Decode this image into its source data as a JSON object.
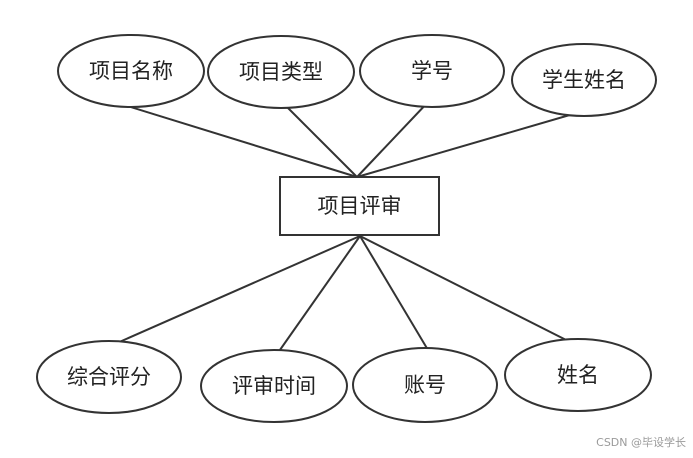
{
  "entity": {
    "label": "项目评审"
  },
  "attributes": [
    {
      "id": "project-name",
      "label": "项目名称"
    },
    {
      "id": "project-type",
      "label": "项目类型"
    },
    {
      "id": "student-id",
      "label": "学号"
    },
    {
      "id": "student-name",
      "label": "学生姓名"
    },
    {
      "id": "overall-score",
      "label": "综合评分"
    },
    {
      "id": "review-time",
      "label": "评审时间"
    },
    {
      "id": "account",
      "label": "账号"
    },
    {
      "id": "name",
      "label": "姓名"
    }
  ],
  "watermark": "CSDN @毕设学长",
  "colors": {
    "stroke": "#333333",
    "text": "#222222",
    "background": "#ffffff",
    "watermark": "#9a9a9a"
  }
}
